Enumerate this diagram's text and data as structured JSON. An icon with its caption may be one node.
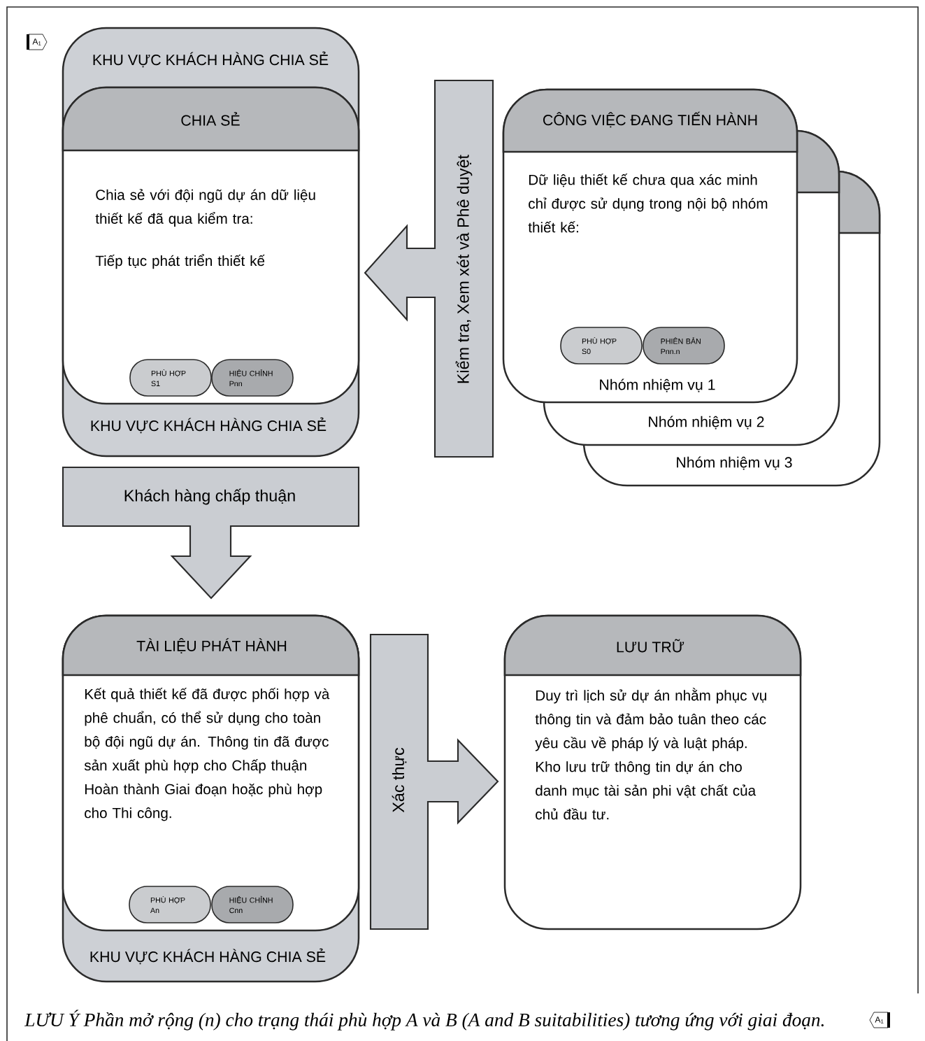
{
  "diagram": {
    "caption": "LƯU Ý Phần mở rộng (n) cho trạng thái phù hợp A và B (A and B suitabilities) tương ứng với giai đoạn.",
    "nodes": [
      {
        "text": [
          "KHU VỰC KHÁCH HÀNG CHIA SẺ",
          "KHU VỰC KHÁCH HÀNG CHIA SẺ"
        ]
      },
      {
        "text": [
          "CHIA SẺ",
          "Chia sẻ với đội ngũ dự án dữ liệu thiết kế đã qua kiểm tra:",
          "Tiếp tục phát triển thiết kế"
        ],
        "in": 0
      },
      {
        "text": [
          "PHÙ HỢP S1"
        ],
        "in": 1
      },
      {
        "text": [
          "HIỆU CHỈNH Pnn"
        ],
        "in": 1
      },
      {
        "text": [
          "CÔNG VIỆC ĐANG TIẾN HÀNH",
          "Dữ liệu thiết kế chưa qua xác minh chỉ được sử dụng trong nội bộ nhóm thiết kế:",
          "Nhóm nhiệm vụ 1"
        ]
      },
      {
        "text": [
          "PHÙ HỢP S0"
        ]
      },
      {
        "text": [
          "PHIÊN BẢN Pnn.n"
        ]
      },
      {
        "text": [
          "Nhóm nhiệm vụ 2"
        ]
      },
      {
        "text": [
          "Nhóm nhiệm vụ 3"
        ]
      },
      {
        "text": [
          "KHU VỰC KHÁCH HÀNG CHIA SẺ"
        ]
      },
      {
        "text": [
          "TÀI LIỆU PHÁT HÀNH",
          "Kết quả thiết kế đã được phối hợp và phê chuẩn, có thể sử dụng cho toàn bộ đội ngũ dự án. Thông tin đã được sản xuất phù hợp cho Chấp thuận Hoàn thành Giai đoạn hoặc phù hợp cho Thi công."
        ],
        "in": 9
      },
      {
        "text": [
          "PHÙ HỢP An"
        ],
        "in": 10
      },
      {
        "text": [
          "HIỆU CHỈNH Cnn"
        ],
        "in": 10
      },
      {
        "text": [
          "LƯU TRỮ",
          "Duy trì lịch sử dự án nhằm phục vụ thông tin và đảm bảo tuân theo các yêu cầu về pháp lý và luật pháp. Kho lưu trữ thông tin dự án cho danh mục tài sản phi vật chất của chủ đầu tư."
        ]
      }
    ],
    "edges": [
      {
        "from": 4,
        "to": 1,
        "arrow": "to",
        "label": "Kiểm tra, Xem xét và Phê duyệt"
      },
      {
        "from": 0,
        "to": 9,
        "arrow": "to",
        "label": "Khách hàng chấp thuận"
      },
      {
        "from": 10,
        "to": 13,
        "arrow": "to",
        "label": "Xác thực"
      }
    ],
    "labels": [
      "A$_{1}$",
      "A$_{1}$"
    ]
  }
}
